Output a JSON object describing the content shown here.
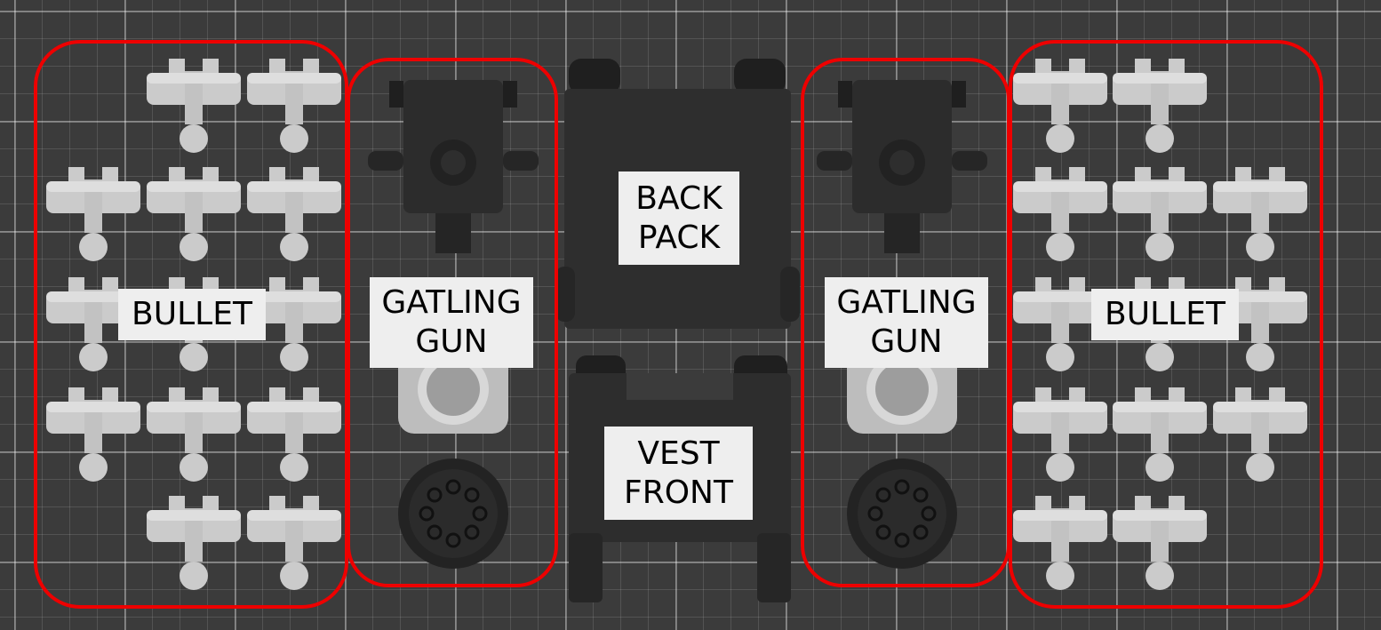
{
  "colors": {
    "background": "#3b3b3b",
    "grid_line": "#6a6a6a",
    "part_dark": "#2e2e2e",
    "part_light": "#c8c8c8",
    "outline": "#ee0000",
    "label_bg": "#eeeeee"
  },
  "labels": {
    "bullet_left": "BULLET",
    "gatling_left_line1": "GATLING",
    "gatling_left_line2": "GUN",
    "backpack_line1": "BACK",
    "backpack_line2": "PACK",
    "vest_line1": "VEST",
    "vest_line2": "FRONT",
    "gatling_right_line1": "GATLING",
    "gatling_right_line2": "GUN",
    "bullet_right": "BULLET"
  }
}
